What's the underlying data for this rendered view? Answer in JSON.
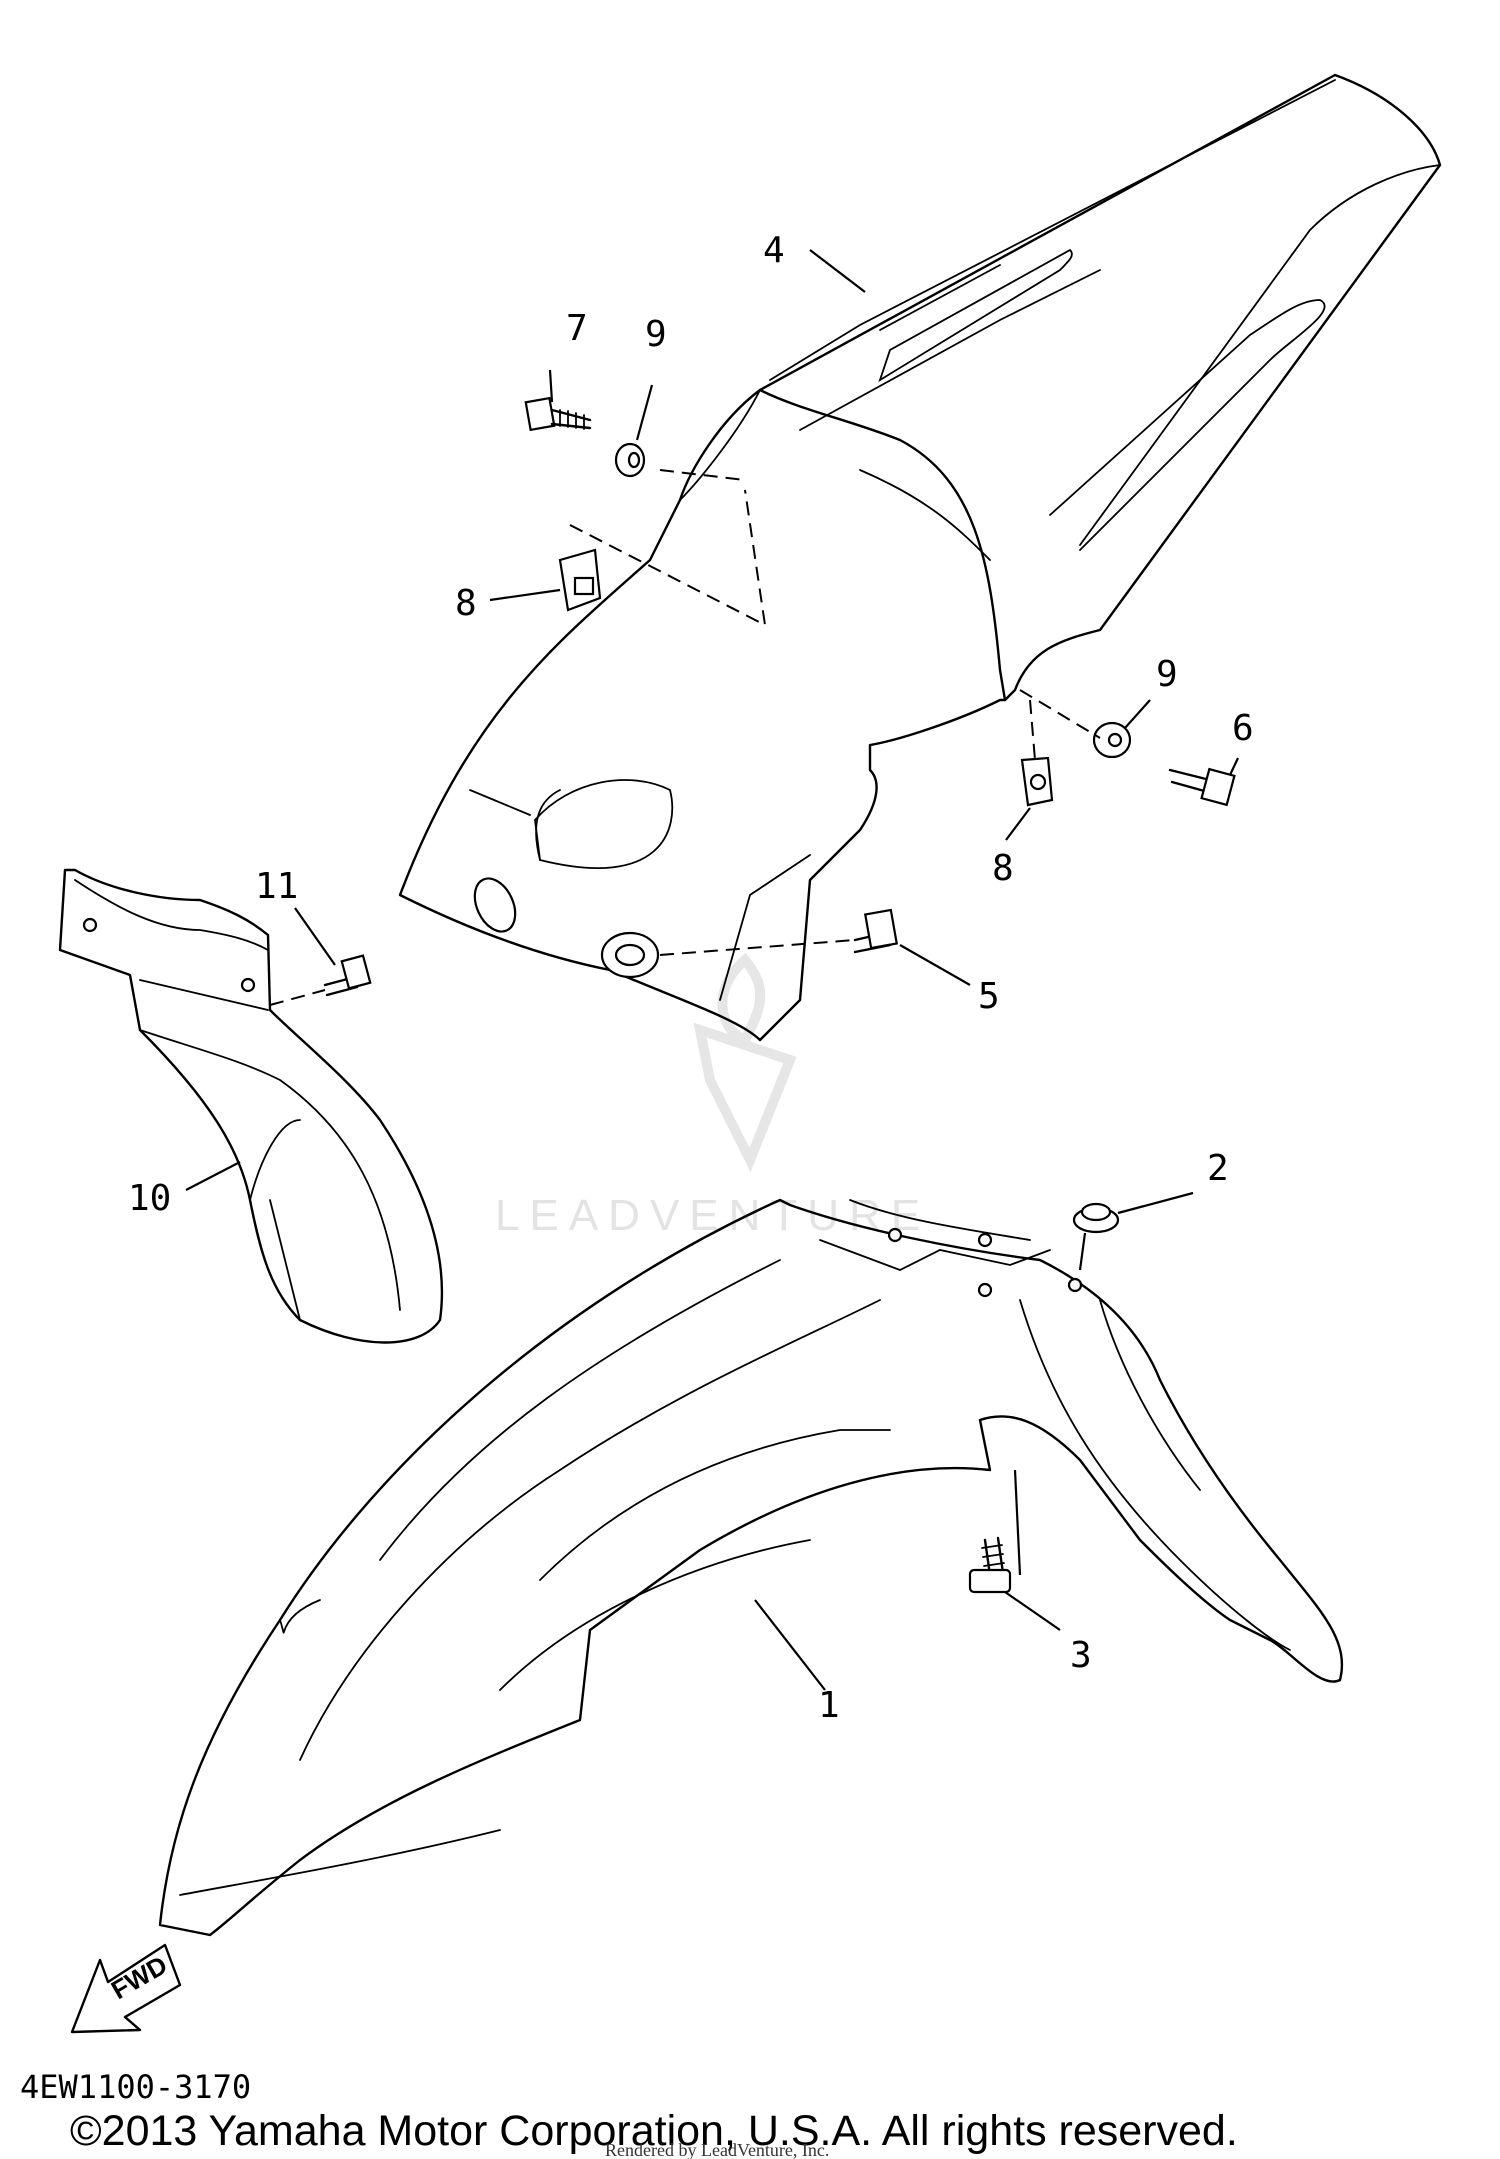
{
  "diagram_code": "4EW1100-3170",
  "copyright": "©2013 Yamaha Motor Corporation, U.S.A. All rights reserved.",
  "rendered_by": "Rendered by LeadVenture, Inc.",
  "watermark": "LEADVENTURE",
  "direction_label": "FWD",
  "callouts": [
    "1",
    "2",
    "3",
    "4",
    "5",
    "6",
    "7",
    "8",
    "8",
    "9",
    "9",
    "10",
    "11"
  ]
}
